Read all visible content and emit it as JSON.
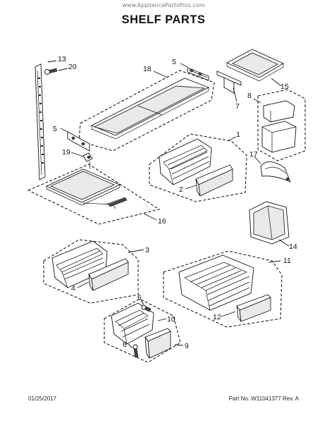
{
  "watermark": "www.AppliancePartsPros.com",
  "title": "SHELF PARTS",
  "footer": {
    "date": "01/25/2017",
    "part_info": "Part No.  W11041377  Rev. A"
  },
  "callouts": [
    "13",
    "20",
    "5",
    "18",
    "15",
    "7",
    "8",
    "5",
    "1",
    "19",
    "17",
    "2",
    "16",
    "3",
    "14",
    "11",
    "4",
    "6",
    "10",
    "12",
    "6",
    "9"
  ]
}
